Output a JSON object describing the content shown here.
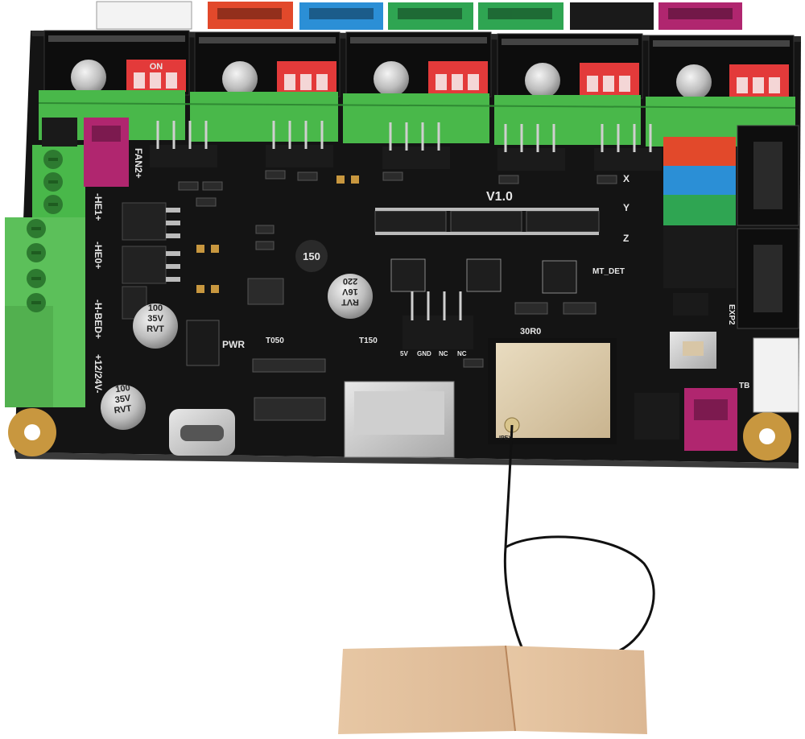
{
  "board": {
    "version": "V1.0",
    "connector_colors": {
      "red": "#e2492b",
      "blue": "#2b8fd6",
      "green": "#2fa552",
      "black": "#1a1a1a",
      "magenta": "#b0266f",
      "white": "#f2f2f2",
      "terminal_green": "#49b84a"
    },
    "left_labels": [
      "FAN2+",
      "-HE1+",
      "-HE0+",
      "-H-BED+",
      "+12/24V-"
    ],
    "axis_labels": [
      "X",
      "Y",
      "Z"
    ],
    "mt_det": "MT_DET",
    "exp2": "EXP2",
    "tb": "TB",
    "pwr": "PWR",
    "inductor": "150",
    "cap_big": {
      "line1": "220",
      "line2": "16V",
      "line3": "RVT"
    },
    "cap_small": {
      "line1": "100",
      "line2": "35V",
      "line3": "RVT"
    },
    "dip": "ON",
    "thermistors": [
      "T050",
      "T150"
    ],
    "header_pins": [
      "5V",
      "GND",
      "NC",
      "NC"
    ],
    "module_mark": "30R0",
    "antenna_tag": "IPEX"
  }
}
